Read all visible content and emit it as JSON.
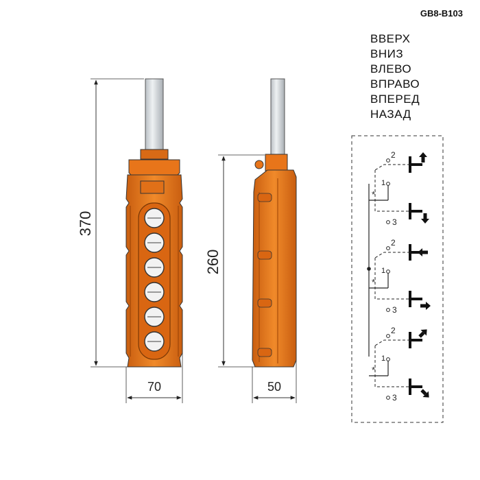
{
  "model_code": "GB8-B103",
  "directions": [
    "ВВЕРХ",
    "ВНИЗ",
    "ВЛЕВО",
    "ВПРАВО",
    "ВПЕРЕД",
    "НАЗАД"
  ],
  "dimensions": {
    "front_height": "370",
    "front_width": "70",
    "side_height": "260",
    "side_width": "50"
  },
  "schematic": {
    "terminals": [
      "1",
      "2",
      "3"
    ],
    "interlock_mark": "*",
    "groups": [
      {
        "top_arrow": "up",
        "bottom_arrow": "down"
      },
      {
        "top_arrow": "left",
        "bottom_arrow": "right"
      },
      {
        "top_arrow": "up-right",
        "bottom_arrow": "down-right"
      }
    ]
  },
  "colors": {
    "housing": "#E8751A",
    "housing_dark": "#B8520C",
    "shaft": "#D5DADE",
    "outline": "#1a1a1a"
  }
}
